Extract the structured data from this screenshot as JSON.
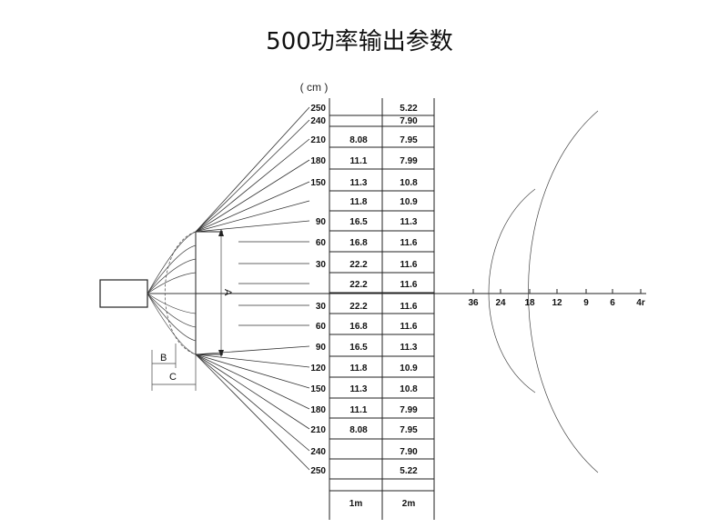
{
  "title": "500功率输出参数",
  "unit_label": "( cm )",
  "rows_top": [
    {
      "angle": "250",
      "v1": "",
      "v2": "5.22"
    },
    {
      "angle": "240",
      "v1": "",
      "v2": "7.90"
    },
    {
      "angle": "210",
      "v1": "8.08",
      "v2": "7.95"
    },
    {
      "angle": "180",
      "v1": "11.1",
      "v2": "7.99"
    },
    {
      "angle": "150",
      "v1": "11.3",
      "v2": "10.8"
    },
    {
      "angle": "",
      "v1": "11.8",
      "v2": "10.9"
    },
    {
      "angle": "90",
      "v1": "16.5",
      "v2": "11.3"
    },
    {
      "angle": "60",
      "v1": "16.8",
      "v2": "11.6"
    },
    {
      "angle": "30",
      "v1": "22.2",
      "v2": "11.6"
    },
    {
      "angle": "",
      "v1": "22.2",
      "v2": "11.6"
    }
  ],
  "rows_bottom": [
    {
      "angle": "30",
      "v1": "22.2",
      "v2": "11.6"
    },
    {
      "angle": "60",
      "v1": "16.8",
      "v2": "11.6"
    },
    {
      "angle": "90",
      "v1": "16.5",
      "v2": "11.3"
    },
    {
      "angle": "120",
      "v1": "11.8",
      "v2": "10.9"
    },
    {
      "angle": "150",
      "v1": "11.3",
      "v2": "10.8"
    },
    {
      "angle": "180",
      "v1": "11.1",
      "v2": "7.99"
    },
    {
      "angle": "210",
      "v1": "8.08",
      "v2": "7.95"
    },
    {
      "angle": "240",
      "v1": "",
      "v2": "7.90"
    },
    {
      "angle": "250",
      "v1": "",
      "v2": "5.22"
    }
  ],
  "columns": {
    "col1": "1m",
    "col2": "2m"
  },
  "axis_ticks": [
    "36",
    "24",
    "18",
    "12",
    "9",
    "6",
    "4r"
  ],
  "dim_labels": {
    "a": "A",
    "b": "B",
    "c": "C"
  }
}
